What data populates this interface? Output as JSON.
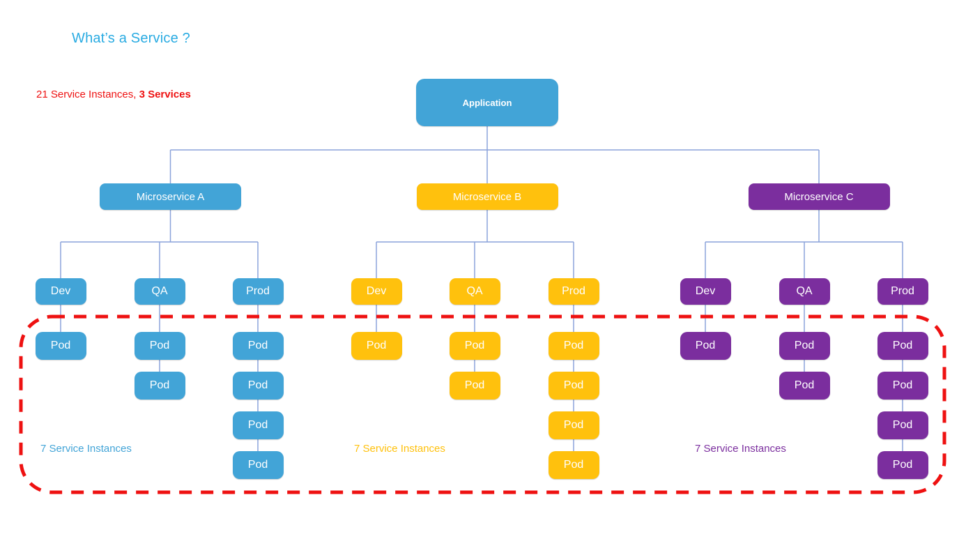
{
  "title": "What’s a Service ?",
  "legend": {
    "text_normal": "21 Service Instances, ",
    "text_bold": "3 Services"
  },
  "colors": {
    "blue": "#42A4D7",
    "yellow": "#FFC10D",
    "purple": "#7B2E9E",
    "title_cyan": "#29ABE2",
    "red": "#EE1111",
    "connector": "#8AA2DA"
  },
  "application": {
    "label": "Application",
    "color_key": "blue"
  },
  "microservices": [
    {
      "label": "Microservice A",
      "color_key": "blue",
      "instances_label": "7 Service Instances",
      "environments": [
        {
          "label": "Dev",
          "pods": [
            "Pod"
          ]
        },
        {
          "label": "QA",
          "pods": [
            "Pod",
            "Pod"
          ]
        },
        {
          "label": "Prod",
          "pods": [
            "Pod",
            "Pod",
            "Pod",
            "Pod"
          ]
        }
      ]
    },
    {
      "label": "Microservice B",
      "color_key": "yellow",
      "instances_label": "7 Service Instances",
      "environments": [
        {
          "label": "Dev",
          "pods": [
            "Pod"
          ]
        },
        {
          "label": "QA",
          "pods": [
            "Pod",
            "Pod"
          ]
        },
        {
          "label": "Prod",
          "pods": [
            "Pod",
            "Pod",
            "Pod",
            "Pod"
          ]
        }
      ]
    },
    {
      "label": "Microservice C",
      "color_key": "purple",
      "instances_label": "7 Service Instances",
      "environments": [
        {
          "label": "Dev",
          "pods": [
            "Pod"
          ]
        },
        {
          "label": "QA",
          "pods": [
            "Pod",
            "Pod"
          ]
        },
        {
          "label": "Prod",
          "pods": [
            "Pod",
            "Pod",
            "Pod",
            "Pod"
          ]
        }
      ]
    }
  ]
}
